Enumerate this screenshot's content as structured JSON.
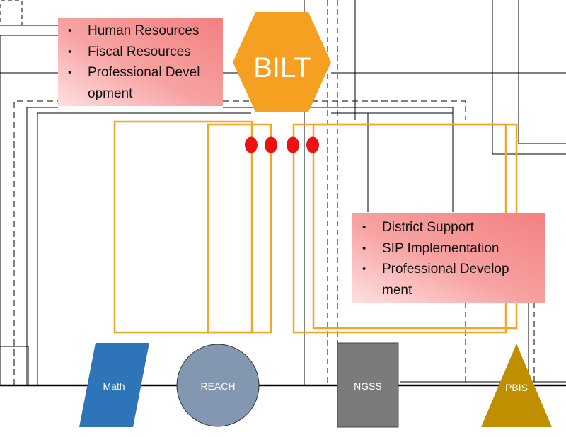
{
  "hexagon": {
    "label": "BILT",
    "color": "#f5a020",
    "shape": "hexagon"
  },
  "callout_top": {
    "items": [
      "Human Resources",
      "Fiscal Resources",
      "Professional Devel\nopment"
    ]
  },
  "callout_right": {
    "items": [
      "District Support",
      "SIP Implementation",
      "Professional Develop\nment"
    ]
  },
  "shapes": {
    "math": {
      "label": "Math",
      "color": "#2e74b8",
      "shape": "parallelogram"
    },
    "reach": {
      "label": "REACH",
      "color": "#8497b0",
      "shape": "circle"
    },
    "ngss": {
      "label": "NGSS",
      "color": "#7b7b7b",
      "shape": "rectangle"
    },
    "pbis": {
      "label": "PBIS",
      "color": "#bf8f00",
      "shape": "triangle"
    }
  },
  "colors": {
    "box_outline": "#f5a627",
    "dot": "#ee1111",
    "callout_fill": "#f38080",
    "line": "#000000"
  }
}
